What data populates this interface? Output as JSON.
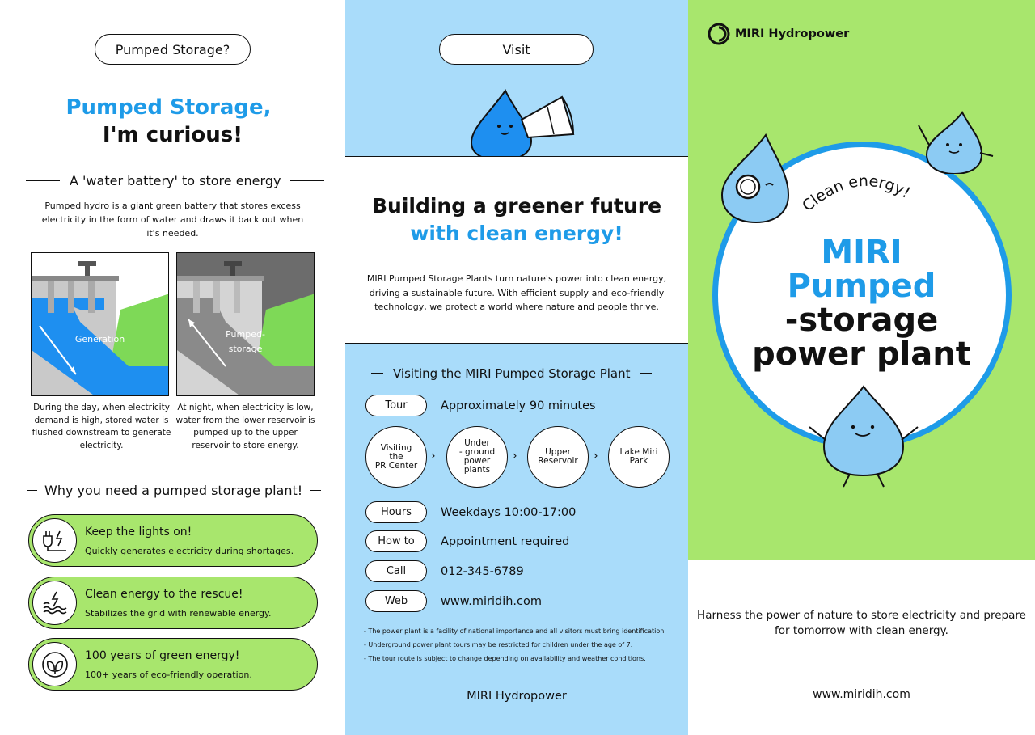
{
  "panel1": {
    "top_pill": "Pumped Storage?",
    "title_blue": "Pumped Storage,",
    "title_black": "I'm curious!",
    "section1_heading": "A 'water battery' to store energy",
    "intro": "Pumped hydro is a giant green battery that stores excess electricity in the form of water  and draws it back out when it's needed.",
    "diagram_left_label": "Generation",
    "diagram_right_label": "Pumped-\nstorage",
    "caption_left": "During the day, when electricity demand is high, stored water is flushed downstream to generate electricity.",
    "caption_right": "At night, when electricity is low, water from the lower reservoir is pumped up to the upper reservoir  to store energy.",
    "section2_heading": "Why you need a pumped storage plant!",
    "benefits": [
      {
        "title": "Keep the lights on!",
        "sub": "Quickly generates electricity during shortages.",
        "icon": "plug-lightning-icon"
      },
      {
        "title": "Clean energy to the rescue!",
        "sub": "Stabilizes the grid with renewable energy.",
        "icon": "water-lightning-icon"
      },
      {
        "title": "100 years of green energy!",
        "sub": "100+ years of eco-friendly operation.",
        "icon": "leaf-icon"
      }
    ]
  },
  "panel2": {
    "top_pill": "Visit",
    "headline1": "Building a greener future",
    "headline2": "with clean energy!",
    "description": "MIRI Pumped Storage Plants turn nature's power into clean energy, driving a sustainable future. With efficient supply and eco-friendly technology, we protect a world where nature and people thrive.",
    "visit_heading": "Visiting the MIRI Pumped Storage Plant",
    "tour_label": "Tour",
    "tour_value": "Approximately 90 minutes",
    "steps": [
      "Visiting\nthe\nPR Center",
      "Under\n- ground\npower\nplants",
      "Upper\nReservoir",
      "Lake Miri\nPark"
    ],
    "hours_label": "Hours",
    "hours_value": "Weekdays 10:00-17:00",
    "howto_label": "How to",
    "howto_value": "Appointment required",
    "call_label": "Call",
    "call_value": "012-345-6789",
    "web_label": "Web",
    "web_value": "www.miridih.com",
    "notes": [
      "- The power plant is a facility of national importance and all visitors must bring identification.",
      "- Underground power plant tours may be restricted for children under the age of 7.",
      "- The tour route is subject to change depending on availability and weather conditions."
    ],
    "brand": "MIRI Hydropower"
  },
  "panel3": {
    "logo_text": "MIRI Hydropower",
    "arc_text": "Clean energy!",
    "title_line1": "MIRI",
    "title_line2": "Pumped",
    "title_line3": "-storage",
    "title_line4": "power plant",
    "tagline": "Harness the power of nature to store electricity and prepare for tomorrow with clean energy.",
    "url": "www.miridih.com"
  },
  "colors": {
    "accent_blue": "#1e9be8",
    "light_blue": "#a9dcfa",
    "green": "#a8e66d",
    "drop_blue": "#8ccbf3"
  }
}
